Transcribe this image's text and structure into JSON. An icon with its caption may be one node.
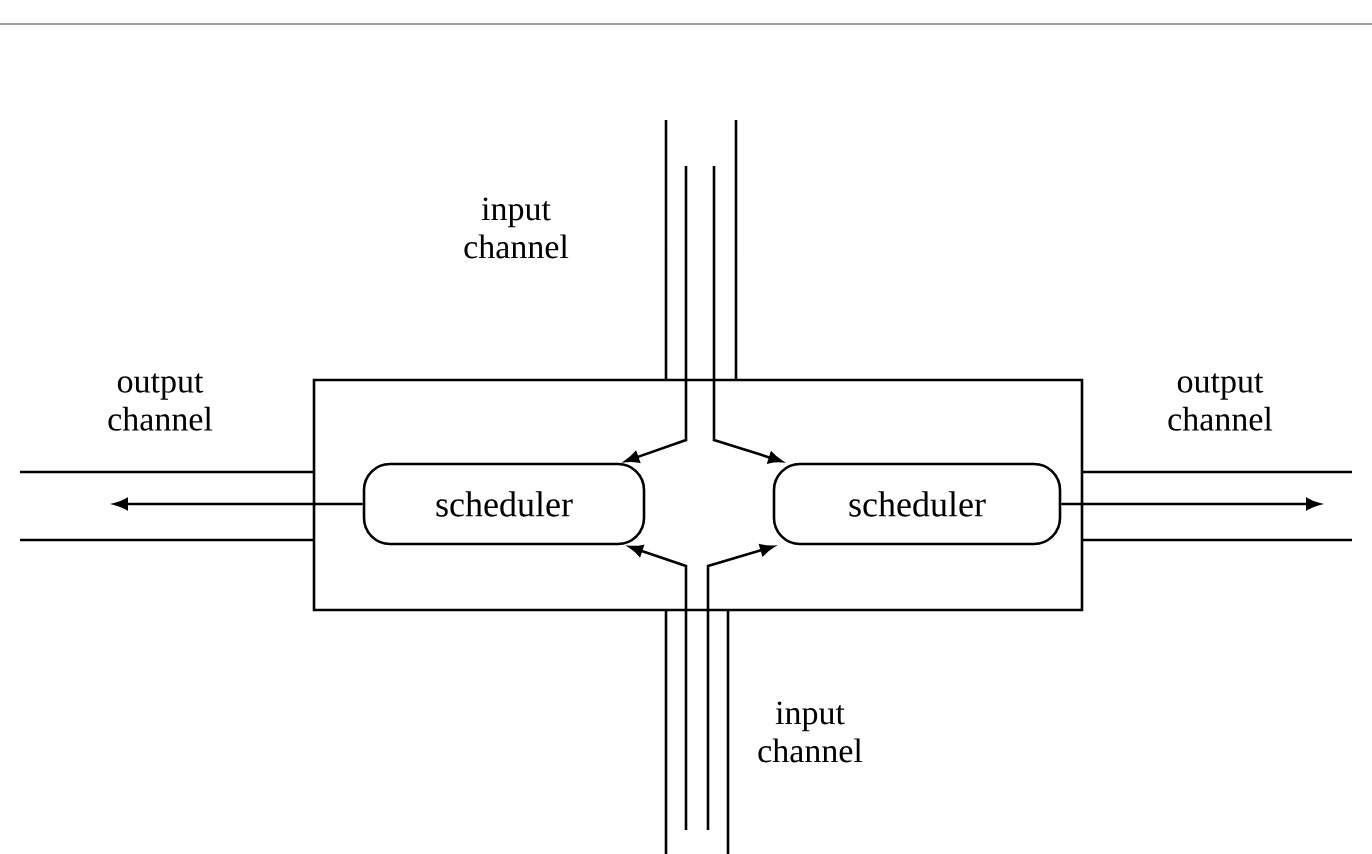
{
  "diagram": {
    "nodes": [
      {
        "text": [],
        "shape": "box"
      },
      {
        "text": [
          "scheduler"
        ],
        "in": 0
      },
      {
        "text": [
          "scheduler"
        ],
        "in": 0
      }
    ],
    "edges": [
      {
        "from": null,
        "to": 1,
        "arrow": "to"
      },
      {
        "from": null,
        "to": 2,
        "arrow": "to"
      },
      {
        "from": null,
        "to": 1,
        "arrow": "to"
      },
      {
        "from": null,
        "to": 2,
        "arrow": "to"
      },
      {
        "from": 1,
        "to": null,
        "arrow": "to"
      },
      {
        "from": 2,
        "to": null,
        "arrow": "to"
      }
    ],
    "labels": [
      "input channel",
      "output channel",
      "output channel",
      "input channel"
    ]
  }
}
